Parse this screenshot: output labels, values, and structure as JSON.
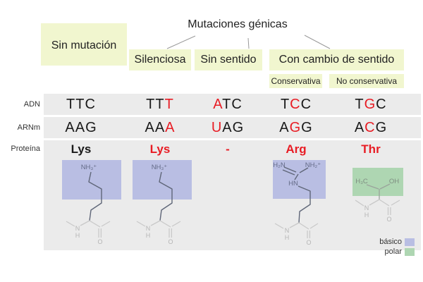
{
  "header": {
    "title": "Mutaciones génicas",
    "no_mutation": "Sin mutación",
    "branches": [
      "Silenciosa",
      "Sin sentido",
      "Con cambio de sentido"
    ],
    "sub_branches": [
      "Conservativa",
      "No conservativa"
    ]
  },
  "table": {
    "row_labels": [
      "ADN",
      "ARNm",
      "Proteína"
    ],
    "columns": [
      {
        "adn": "TTC",
        "adn_red": -1,
        "arnm": "AAG",
        "arnm_red": -1,
        "protein": "Lys",
        "protein_color": "black",
        "structure": "lysine",
        "structure_class": "básico"
      },
      {
        "adn": "TTT",
        "adn_red": 2,
        "arnm": "AAA",
        "arnm_red": 2,
        "protein": "Lys",
        "protein_color": "red",
        "structure": "lysine",
        "structure_class": "básico"
      },
      {
        "adn": "ATC",
        "adn_red": 0,
        "arnm": "UAG",
        "arnm_red": 0,
        "protein": "-",
        "protein_color": "red",
        "structure": "",
        "structure_class": ""
      },
      {
        "adn": "TCC",
        "adn_red": 1,
        "arnm": "AGG",
        "arnm_red": 1,
        "protein": "Arg",
        "protein_color": "red",
        "structure": "arginine",
        "structure_class": "básico"
      },
      {
        "adn": "TGC",
        "adn_red": 1,
        "arnm": "ACG",
        "arnm_red": 1,
        "protein": "Thr",
        "protein_color": "red",
        "structure": "threonine",
        "structure_class": "polar"
      }
    ]
  },
  "structures": {
    "lysine": {
      "amine_label": "NH₃⁺",
      "n_label": "N",
      "h_label": "H",
      "o_label": "O"
    },
    "arginine": {
      "left_label": "H₂N",
      "right_label": "NH₂⁺",
      "hn_label": "HN",
      "n_label": "N",
      "h_label": "H",
      "o_label": "O"
    },
    "threonine": {
      "methyl_label": "H₃C",
      "hydroxyl_label": "OH",
      "n_label": "N",
      "h_label": "H",
      "o_label": "O"
    }
  },
  "legend": {
    "items": [
      {
        "label": "básico",
        "color": "#b9bee3"
      },
      {
        "label": "polar",
        "color": "#aed6b2"
      }
    ]
  },
  "colors": {
    "highlight_yellow": "#f1f6cf",
    "row_gray": "#ebebeb",
    "mutation_red": "#e81c24",
    "basic_blue": "#b9bee3",
    "polar_green": "#aed6b2"
  }
}
